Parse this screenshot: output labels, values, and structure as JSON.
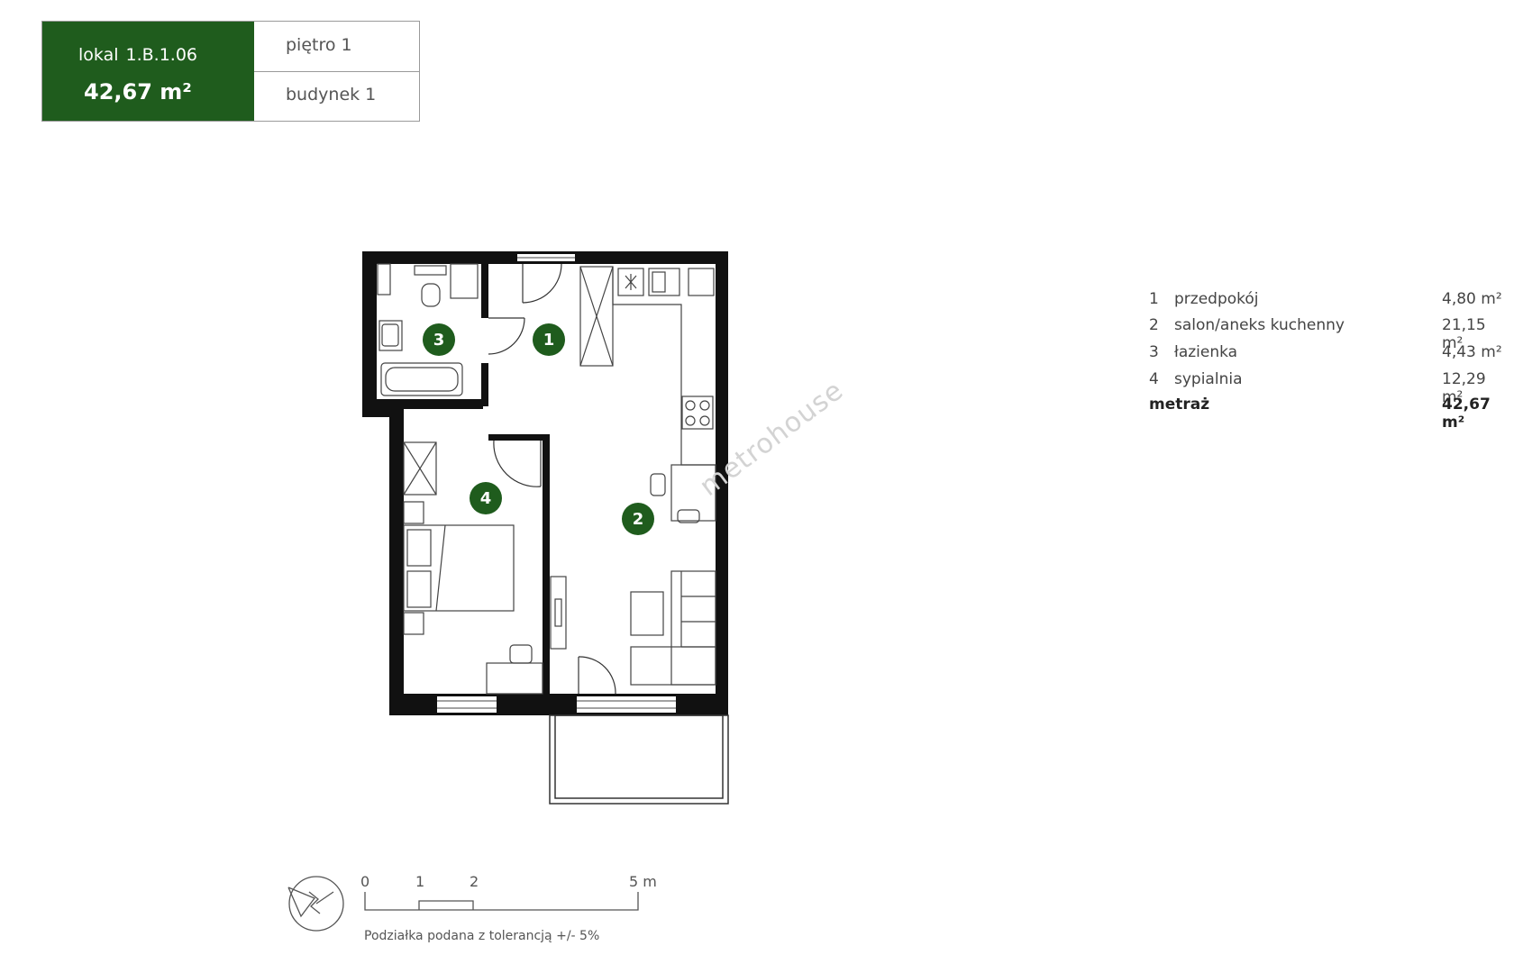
{
  "header": {
    "unit_label": "lokal",
    "unit_id": "1.B.1.06",
    "area": "42,67 m²",
    "floor": "piętro 1",
    "building": "budynek 1"
  },
  "watermark": "metrohouse",
  "room_markers": [
    "1",
    "2",
    "3",
    "4"
  ],
  "legend": {
    "rooms": [
      {
        "num": "1",
        "name": "przedpokój",
        "area": "4,80 m²"
      },
      {
        "num": "2",
        "name": "salon/aneks kuchenny",
        "area": "21,15 m²"
      },
      {
        "num": "3",
        "name": "łazienka",
        "area": "4,43 m²"
      },
      {
        "num": "4",
        "name": "sypialnia",
        "area": "12,29 m²"
      }
    ],
    "total_label": "metraż",
    "total_area": "42,67 m²"
  },
  "scale": {
    "ticks": [
      "0",
      "1",
      "2",
      "5 m"
    ],
    "tolerance": "Podziałka podana z tolerancją +/- 5%"
  },
  "colors": {
    "brand_green": "#1f5c1d",
    "wall": "#111111"
  },
  "icons": {
    "compass": "north-compass-icon"
  }
}
